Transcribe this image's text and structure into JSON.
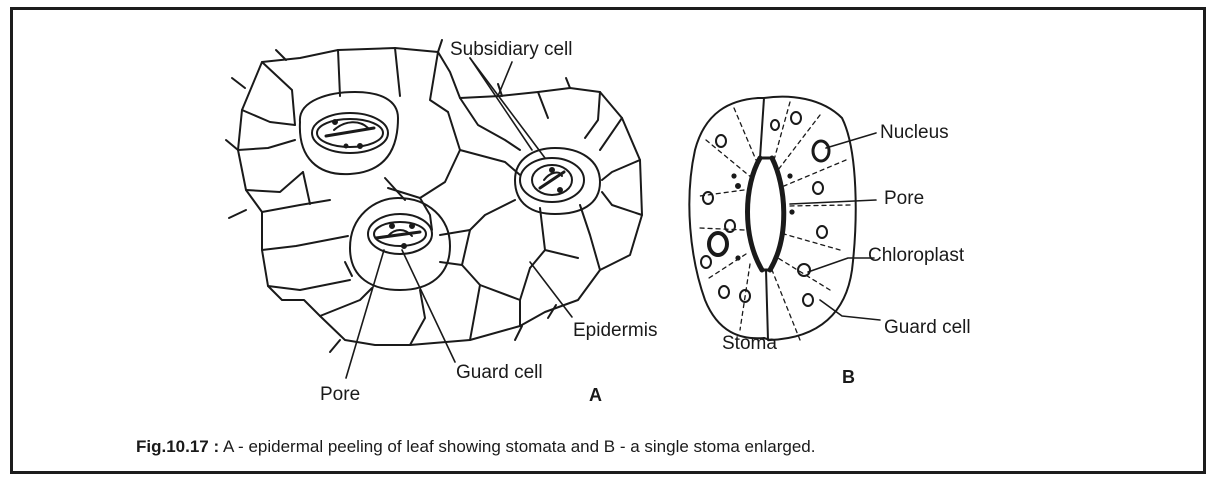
{
  "figure": {
    "panel_a": {
      "letter": "A",
      "labels": {
        "subsidiary_cell": "Subsidiary cell",
        "epidermis": "Epidermis",
        "pore": "Pore",
        "guard_cell": "Guard cell"
      }
    },
    "panel_b": {
      "letter": "B",
      "labels": {
        "nucleus": "Nucleus",
        "pore": "Pore",
        "chloroplast": "Chloroplast",
        "guard_cell": "Guard cell",
        "stoma": "Stoma"
      }
    },
    "caption": {
      "number": "Fig.10.17 :",
      "text": "A - epidermal peeling of leaf showing stomata and B - a single stoma enlarged."
    }
  }
}
